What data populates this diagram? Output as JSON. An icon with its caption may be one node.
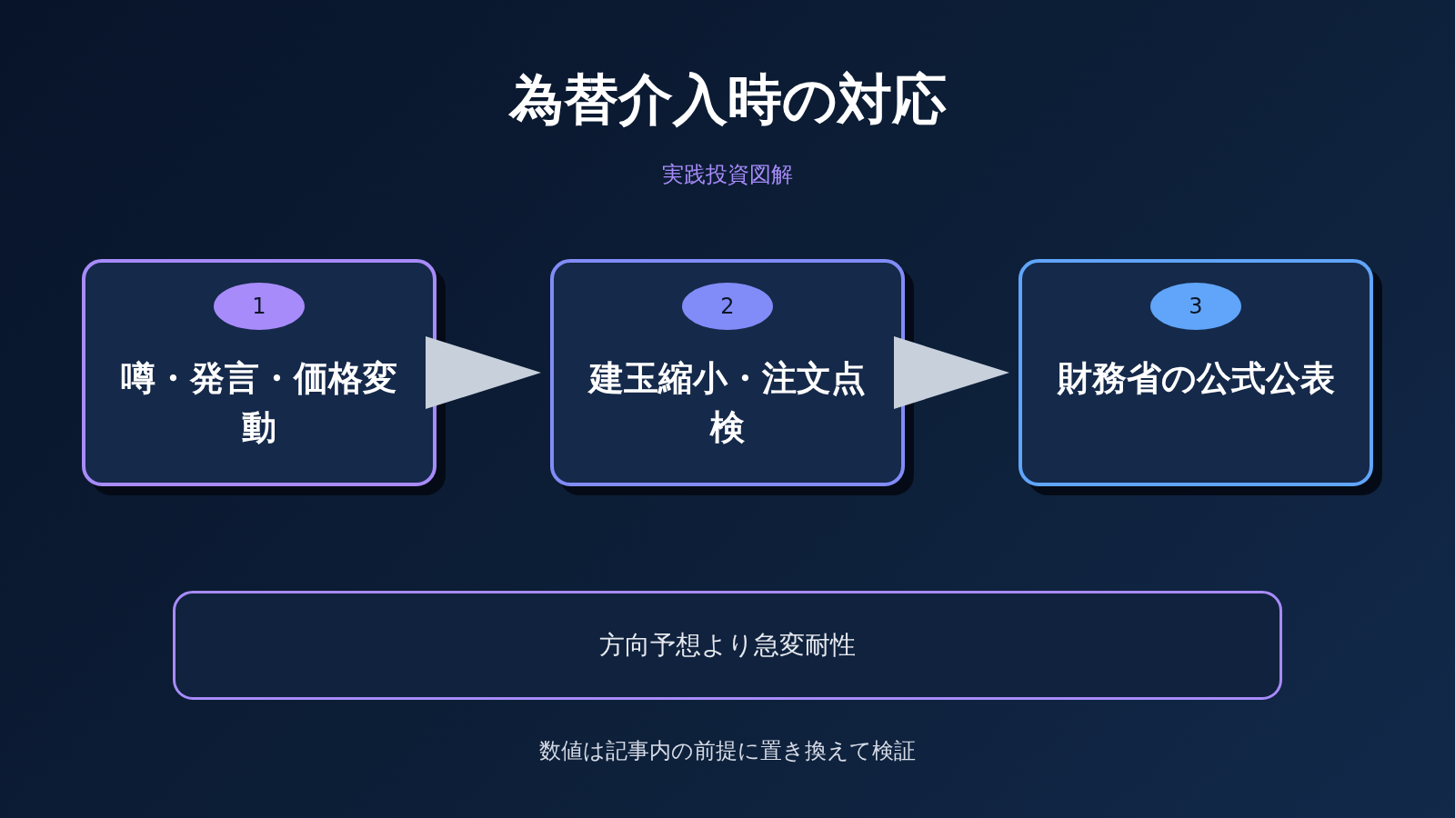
{
  "diagram": {
    "title": "為替介入時の対応",
    "nodes": [
      {
        "text": [
          "1",
          "噂・発言・価格変動"
        ]
      },
      {
        "text": [
          "2",
          "建玉縮小・注文点検"
        ]
      },
      {
        "text": [
          "3",
          "財務省の公式公表"
        ]
      },
      {
        "text": [
          "方向予想より急変耐性"
        ]
      }
    ],
    "edges": [
      {
        "from": 0,
        "to": 1,
        "arrow": "to"
      },
      {
        "from": 1,
        "to": 2,
        "arrow": "to"
      }
    ],
    "labels": [
      "実践投資図解",
      "数値は記事内の前提に置き換えて検証"
    ]
  }
}
